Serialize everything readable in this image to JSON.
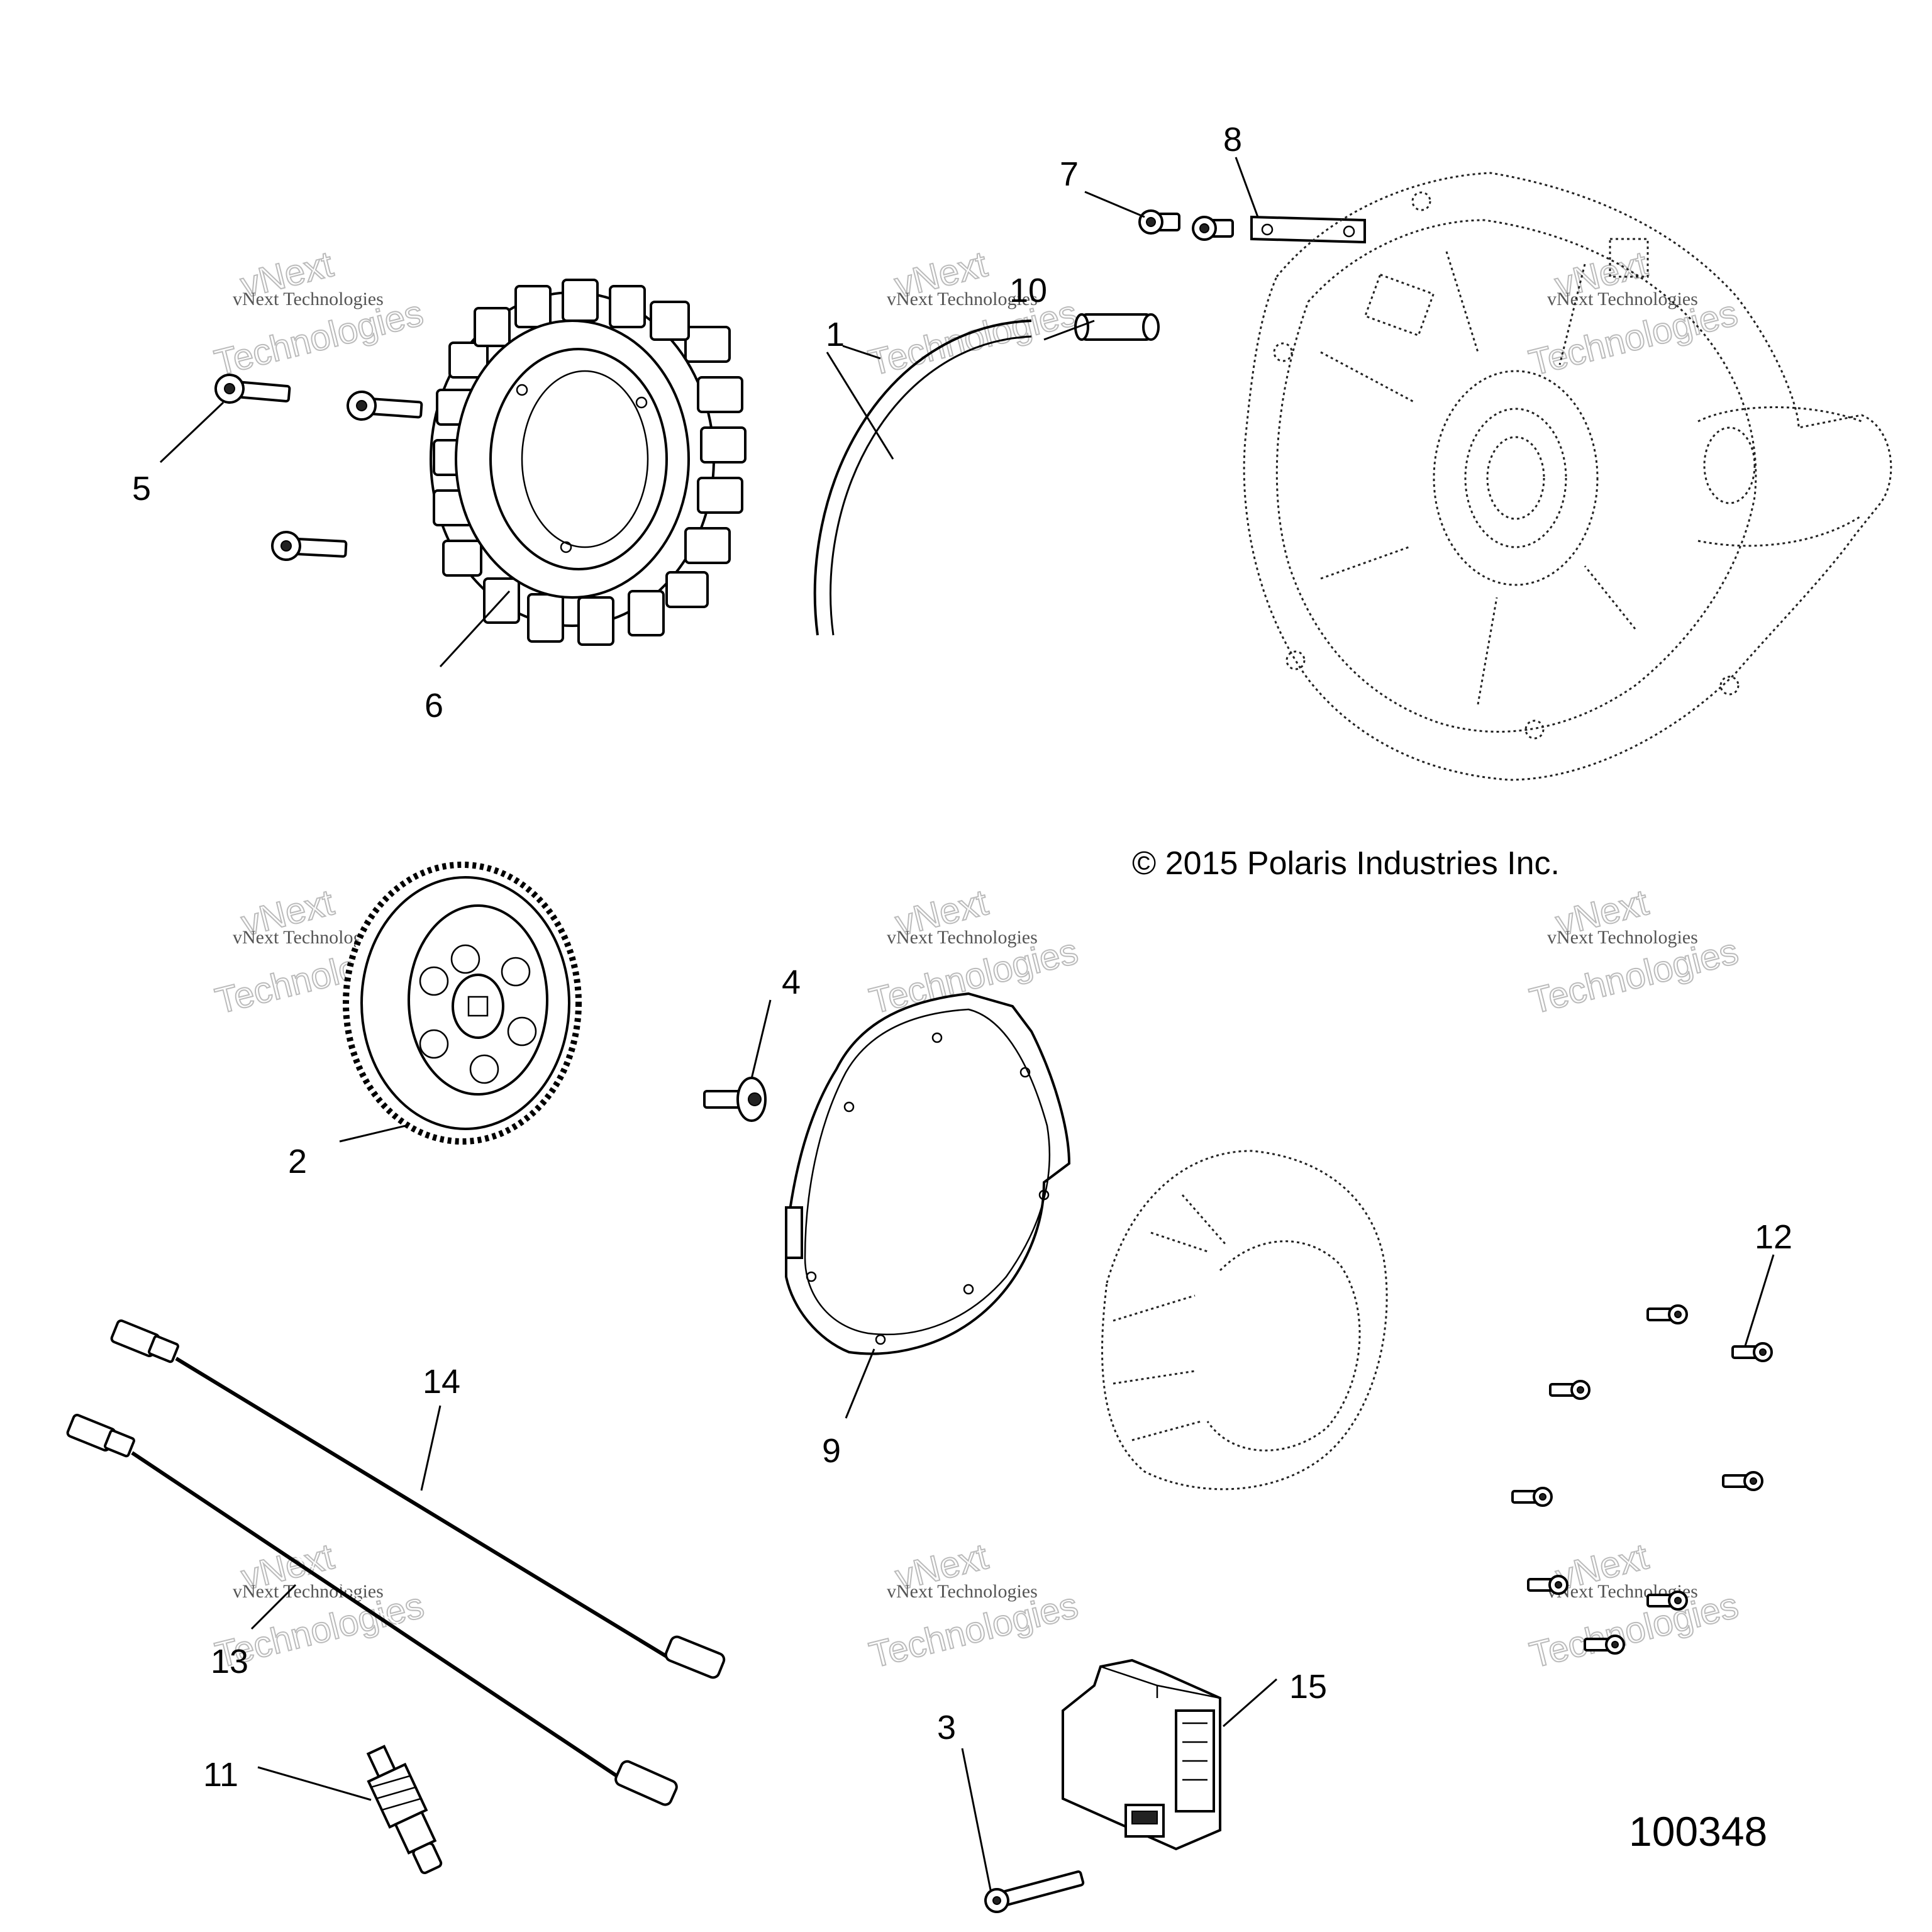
{
  "diagram": {
    "copyright": "© 2015 Polaris Industries Inc.",
    "document_number": "100348",
    "watermark": {
      "line1": "vNext",
      "line2": "vNext Technologies",
      "line3": "Technologies"
    },
    "callouts": [
      "1",
      "2",
      "3",
      "4",
      "5",
      "6",
      "7",
      "8",
      "9",
      "10",
      "11",
      "12",
      "13",
      "14",
      "15"
    ]
  }
}
